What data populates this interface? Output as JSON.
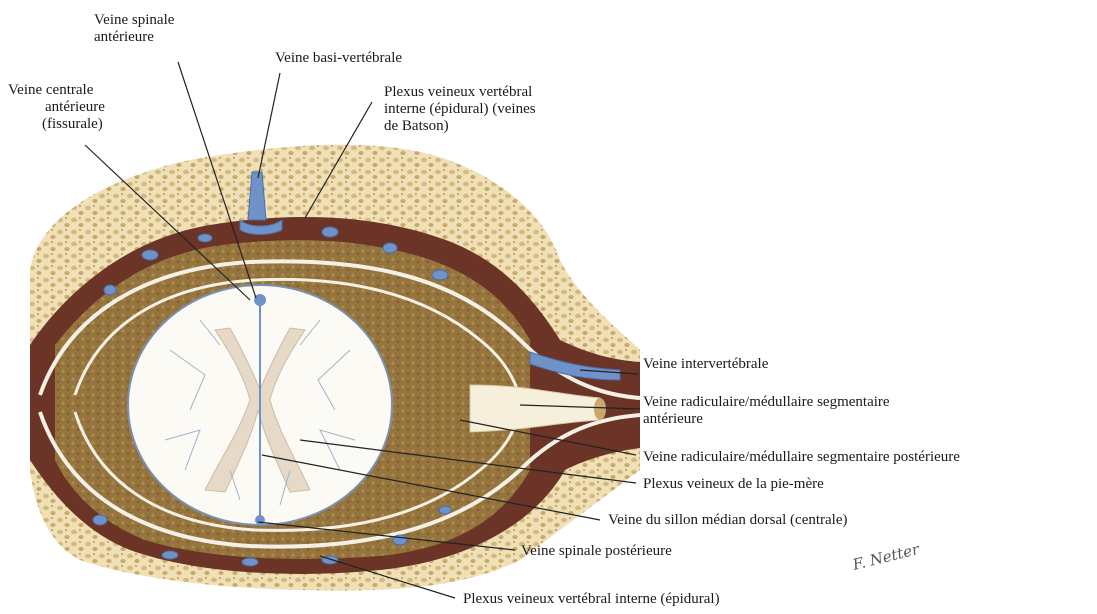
{
  "labels": {
    "veine_spinale_anterieure": [
      "Veine spinale",
      "antérieure"
    ],
    "veine_basi_vertebrale": "Veine basi-vertébrale",
    "veine_centrale_anterieure": [
      "Veine centrale",
      "antérieure",
      "(fissurale)"
    ],
    "plexus_interne_haut": [
      "Plexus veineux  vertébral",
      "interne (épidural) (veines",
      "de Batson)"
    ],
    "veine_intervertebrale": "Veine intervertébrale",
    "veine_radiculaire_anterieure": [
      "Veine radiculaire/médullaire  segmentaire",
      "antérieure"
    ],
    "veine_radiculaire_posterieure": "Veine radiculaire/médullaire  segmentaire postérieure",
    "plexus_pie_mere": "Plexus veineux  de la pie-mère",
    "veine_sillon_median": "Veine du sillon médian dorsal (centrale)",
    "veine_spinale_posterieure": "Veine spinale postérieure",
    "plexus_interne_bas": "Plexus veineux  vertébral interne (épidural)"
  },
  "signature": "F. Netter",
  "colors": {
    "bone": "#efe0b8",
    "bone_dot": "#c9a968",
    "epidural": "#6b3427",
    "fat": "#9c7f42",
    "vein": "#6f93c8",
    "cord": "#fbfaf4",
    "grey_matter": "#e7d9c7",
    "leader": "#222222"
  }
}
